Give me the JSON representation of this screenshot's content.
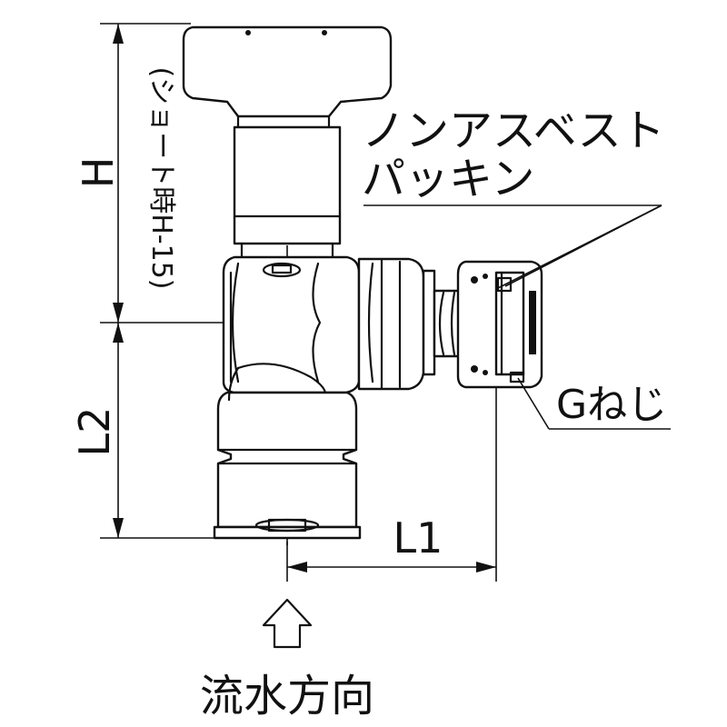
{
  "labels": {
    "h": "H",
    "short_note": "(ショート時H-15)",
    "packing_line1": "ノンアスベスト",
    "packing_line2": "パッキン",
    "g_thread": "Gねじ",
    "l2": "L2",
    "l1": "L1",
    "flow_direction": "流水方向"
  }
}
